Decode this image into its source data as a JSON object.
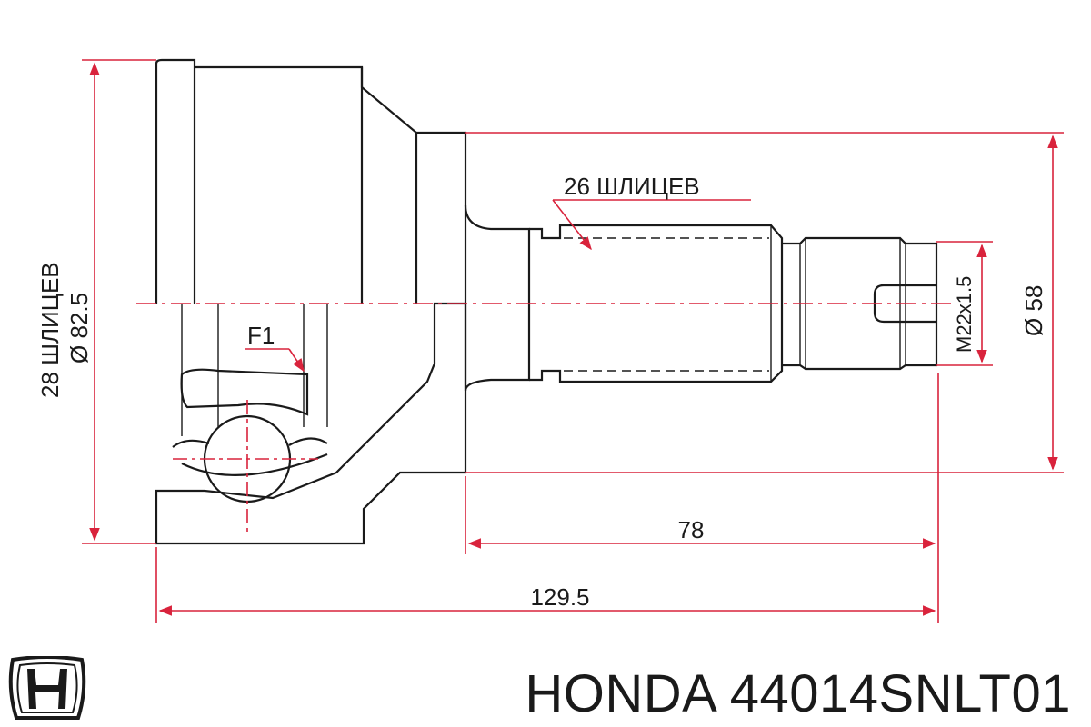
{
  "diagram": {
    "labels": {
      "inner_spline": "26 ШЛИЦЕВ",
      "outer_spline_count": "28 ШЛИЦЕВ",
      "outer_diameter": "Ø 82.5",
      "flange": "F1",
      "thread": "M22x1.5",
      "shaft_diameter": "Ø 58",
      "stem_length": "78",
      "total_length": "129.5"
    },
    "colors": {
      "line": "#1a1a1a",
      "dimension": "#d9233c",
      "background": "#ffffff"
    }
  },
  "footer": {
    "brand": "HONDA",
    "part_number": "44014SNLT01",
    "logo_icon": "honda-logo-icon"
  }
}
